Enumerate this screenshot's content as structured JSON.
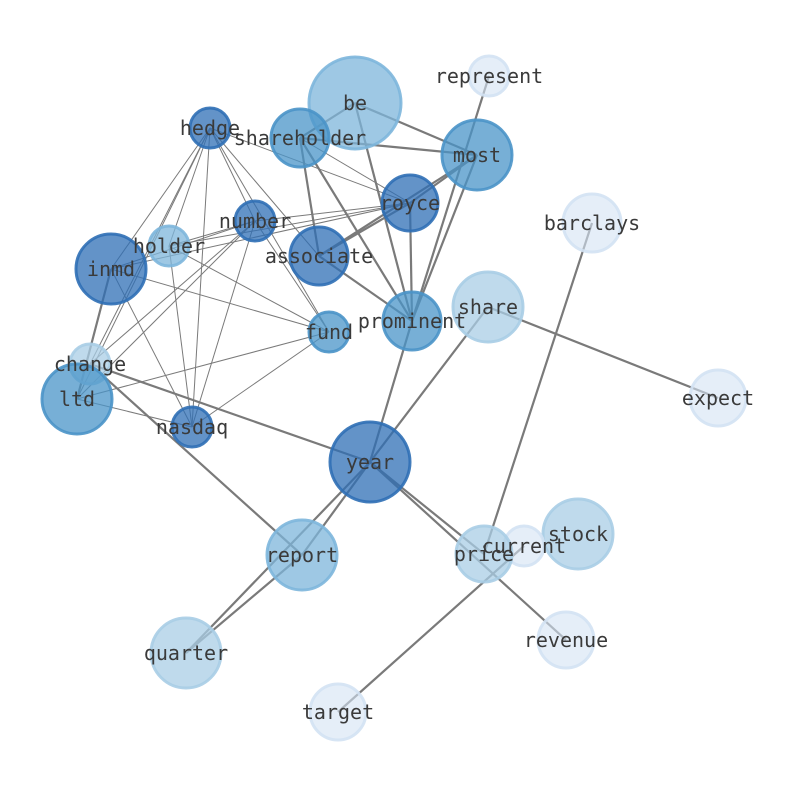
{
  "palette": {
    "level4": "#2f6fb5",
    "level3": "#4a94c8",
    "level2": "#7db6db",
    "level1": "#a9cde6",
    "level0": "#d3e2f3",
    "edge": "#7a7a7a",
    "text": "#3a3a3a"
  },
  "nodes": [
    {
      "id": "be",
      "label": "be",
      "level": 2
    },
    {
      "id": "represent",
      "label": "represent",
      "level": 0
    },
    {
      "id": "hedge",
      "label": "hedge",
      "level": 4
    },
    {
      "id": "shareholder",
      "label": "shareholder",
      "level": 3
    },
    {
      "id": "most",
      "label": "most",
      "level": 3
    },
    {
      "id": "royce",
      "label": "royce",
      "level": 4
    },
    {
      "id": "number",
      "label": "number",
      "level": 4
    },
    {
      "id": "barclays",
      "label": "barclays",
      "level": 0
    },
    {
      "id": "holder",
      "label": "holder",
      "level": 2
    },
    {
      "id": "inmd",
      "label": "inmd",
      "level": 4
    },
    {
      "id": "associate",
      "label": "associate",
      "level": 4
    },
    {
      "id": "share",
      "label": "share",
      "level": 1
    },
    {
      "id": "prominent",
      "label": "prominent",
      "level": 3
    },
    {
      "id": "fund",
      "label": "fund",
      "level": 3
    },
    {
      "id": "change",
      "label": "change",
      "level": 1
    },
    {
      "id": "ltd",
      "label": "ltd",
      "level": 3
    },
    {
      "id": "expect",
      "label": "expect",
      "level": 0
    },
    {
      "id": "nasdaq",
      "label": "nasdaq",
      "level": 4
    },
    {
      "id": "year",
      "label": "year",
      "level": 4
    },
    {
      "id": "stock",
      "label": "stock",
      "level": 1
    },
    {
      "id": "current",
      "label": "current",
      "level": 0
    },
    {
      "id": "price",
      "label": "price",
      "level": 1
    },
    {
      "id": "report",
      "label": "report",
      "level": 2
    },
    {
      "id": "revenue",
      "label": "revenue",
      "level": 0
    },
    {
      "id": "quarter",
      "label": "quarter",
      "level": 1
    },
    {
      "id": "target",
      "label": "target",
      "level": 0
    }
  ],
  "edges": [
    {
      "source": "be",
      "target": "most",
      "weight": 2
    },
    {
      "source": "be",
      "target": "shareholder",
      "weight": 2
    },
    {
      "source": "be",
      "target": "prominent",
      "weight": 2
    },
    {
      "source": "represent",
      "target": "prominent",
      "weight": 2
    },
    {
      "source": "shareholder",
      "target": "most",
      "weight": 2
    },
    {
      "source": "shareholder",
      "target": "associate",
      "weight": 2
    },
    {
      "source": "shareholder",
      "target": "prominent",
      "weight": 2
    },
    {
      "source": "most",
      "target": "royce",
      "weight": 2
    },
    {
      "source": "most",
      "target": "associate",
      "weight": 2
    },
    {
      "source": "most",
      "target": "prominent",
      "weight": 2
    },
    {
      "source": "royce",
      "target": "prominent",
      "weight": 2
    },
    {
      "source": "royce",
      "target": "associate",
      "weight": 2
    },
    {
      "source": "associate",
      "target": "prominent",
      "weight": 2
    },
    {
      "source": "prominent",
      "target": "year",
      "weight": 2
    },
    {
      "source": "share",
      "target": "expect",
      "weight": 2
    },
    {
      "source": "share",
      "target": "year",
      "weight": 2
    },
    {
      "source": "barclays",
      "target": "price",
      "weight": 2
    },
    {
      "source": "inmd",
      "target": "ltd",
      "weight": 2
    },
    {
      "source": "change",
      "target": "year",
      "weight": 2
    },
    {
      "source": "change",
      "target": "report",
      "weight": 2
    },
    {
      "source": "year",
      "target": "price",
      "weight": 2
    },
    {
      "source": "year",
      "target": "revenue",
      "weight": 2
    },
    {
      "source": "year",
      "target": "quarter",
      "weight": 2
    },
    {
      "source": "year",
      "target": "report",
      "weight": 2
    },
    {
      "source": "report",
      "target": "quarter",
      "weight": 2
    },
    {
      "source": "current",
      "target": "target",
      "weight": 2
    },
    {
      "source": "hedge",
      "target": "holder",
      "weight": 1
    },
    {
      "source": "hedge",
      "target": "number",
      "weight": 1
    },
    {
      "source": "hedge",
      "target": "fund",
      "weight": 1
    },
    {
      "source": "hedge",
      "target": "nasdaq",
      "weight": 1
    },
    {
      "source": "hedge",
      "target": "ltd",
      "weight": 1
    },
    {
      "source": "hedge",
      "target": "inmd",
      "weight": 1
    },
    {
      "source": "hedge",
      "target": "associate",
      "weight": 1
    },
    {
      "source": "hedge",
      "target": "royce",
      "weight": 1
    },
    {
      "source": "hedge",
      "target": "change",
      "weight": 1
    },
    {
      "source": "shareholder",
      "target": "royce",
      "weight": 1
    },
    {
      "source": "number",
      "target": "fund",
      "weight": 1
    },
    {
      "source": "number",
      "target": "nasdaq",
      "weight": 1
    },
    {
      "source": "number",
      "target": "ltd",
      "weight": 1
    },
    {
      "source": "number",
      "target": "royce",
      "weight": 1
    },
    {
      "source": "number",
      "target": "change",
      "weight": 1
    },
    {
      "source": "number",
      "target": "inmd",
      "weight": 1
    },
    {
      "source": "number",
      "target": "holder",
      "weight": 1
    },
    {
      "source": "holder",
      "target": "royce",
      "weight": 1
    },
    {
      "source": "holder",
      "target": "nasdaq",
      "weight": 1
    },
    {
      "source": "holder",
      "target": "fund",
      "weight": 1
    },
    {
      "source": "inmd",
      "target": "fund",
      "weight": 1
    },
    {
      "source": "inmd",
      "target": "nasdaq",
      "weight": 1
    },
    {
      "source": "inmd",
      "target": "royce",
      "weight": 1
    },
    {
      "source": "fund",
      "target": "nasdaq",
      "weight": 1
    },
    {
      "source": "fund",
      "target": "ltd",
      "weight": 1
    },
    {
      "source": "ltd",
      "target": "nasdaq",
      "weight": 1
    }
  ]
}
